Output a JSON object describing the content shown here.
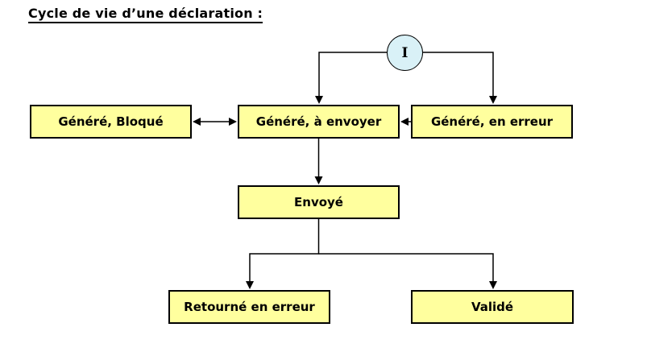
{
  "title": "Cycle de vie d’une déclaration :",
  "start_node": {
    "label": "I"
  },
  "nodes": [
    {
      "id": "genere-bloque",
      "label": "Généré, Bloqué"
    },
    {
      "id": "genere-a-envoyer",
      "label": "Généré, à envoyer"
    },
    {
      "id": "genere-en-erreur",
      "label": "Généré, en erreur"
    },
    {
      "id": "envoye",
      "label": "Envoyé"
    },
    {
      "id": "retourne-en-erreur",
      "label": "Retourné en erreur"
    },
    {
      "id": "valide",
      "label": "Validé"
    }
  ],
  "edges": [
    {
      "from": "start",
      "to": "genere-a-envoyer",
      "type": "arrow"
    },
    {
      "from": "start",
      "to": "genere-en-erreur",
      "type": "arrow"
    },
    {
      "from": "genere-bloque",
      "to": "genere-a-envoyer",
      "type": "double-arrow"
    },
    {
      "from": "genere-en-erreur",
      "to": "genere-a-envoyer",
      "type": "arrow"
    },
    {
      "from": "genere-a-envoyer",
      "to": "envoye",
      "type": "arrow"
    },
    {
      "from": "envoye",
      "to": "retourne-en-erreur",
      "type": "arrow"
    },
    {
      "from": "envoye",
      "to": "valide",
      "type": "arrow"
    }
  ],
  "colors": {
    "background": "#FFFFFF",
    "box_fill": "#FFFF9E",
    "box_border": "#000000",
    "circle_fill": "#D9F1F7",
    "line": "#000000",
    "text": "#000000"
  }
}
